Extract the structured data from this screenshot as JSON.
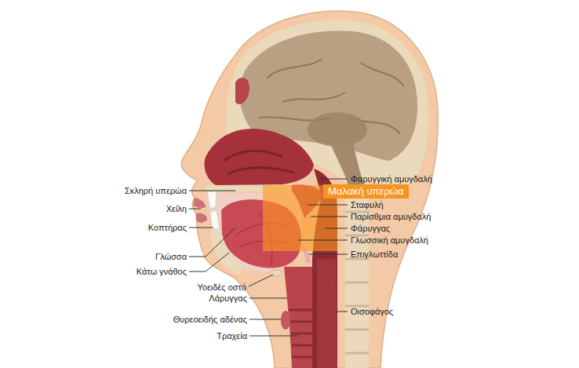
{
  "diagram": {
    "nodes": [
      {
        "text": [
          "Μαλακή υπερώα"
        ]
      }
    ],
    "labels": [
      "Σκληρή υπερώα",
      "Χείλη",
      "Κοπτήρας",
      "Γλώσσα",
      "Κάτω γνάθος",
      "Υοειδές οστό",
      "Λάρυγγας",
      "Θυρεοειδής αδένας",
      "Τραχεία",
      "Φαρυγγική αμυγδαλή",
      "Σταφυλή",
      "Παρίσθμια αμυγδαλή",
      "Φάρυγγας",
      "Γλωσσική αμυγδαλή",
      "Επιγλωττίδα",
      "Οισοφάγος"
    ]
  }
}
